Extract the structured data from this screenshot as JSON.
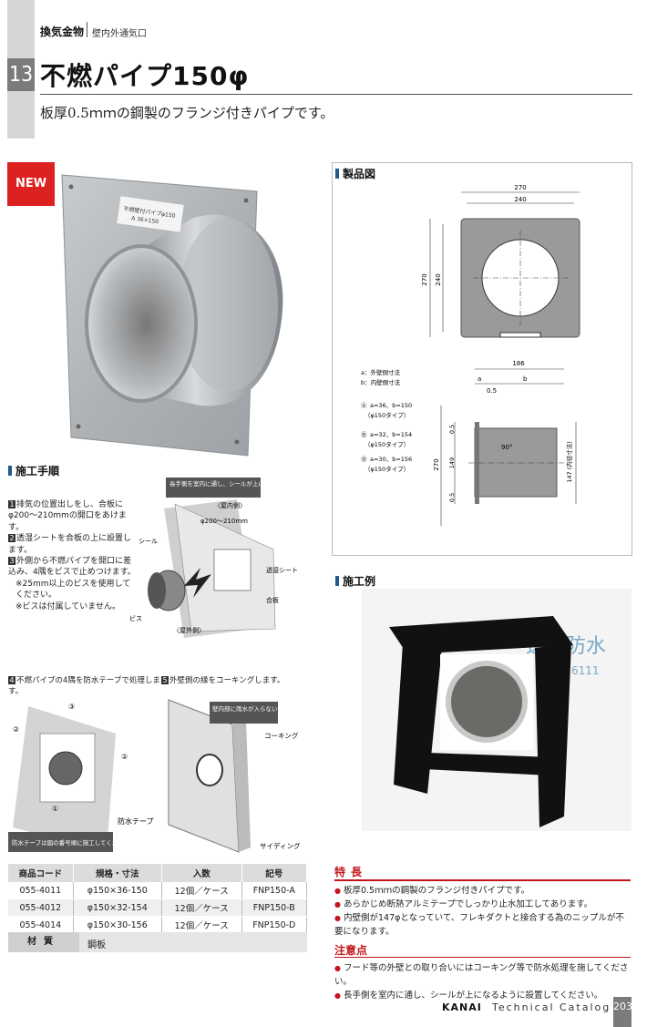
{
  "header": {
    "category": "換気金物",
    "subcategory": "壁内外通気口",
    "number": "13",
    "title": "不燃パイプ150φ",
    "subtitle": "板厚0.5ｍｍの鋼製のフランジ付きパイプです。"
  },
  "product_photo": {
    "badge": "NEW",
    "label_line1": "不燃壁付パイプφ150",
    "label_line2": "A 36×150"
  },
  "drawing": {
    "heading": "製品図",
    "front": {
      "dim_w_outer": "270",
      "dim_w_inner": "240",
      "dim_h_outer": "270",
      "dim_h_inner": "240"
    },
    "legend_a": "a：外壁側寸法",
    "legend_b": "b：内壁側寸法",
    "side": {
      "dim_total": "186",
      "dim_a": "a",
      "dim_b": "b",
      "dim_flange": "0.5",
      "dim_h_total": "270",
      "dim_top": "0.5",
      "dim_mid": "149",
      "dim_bot": "0.5",
      "angle": "90°",
      "inner_dim": "147 (内径寸法)"
    },
    "variants": [
      {
        "id": "Ⓐ",
        "line1": "a=36、b=150",
        "line2": "（φ150タイプ）"
      },
      {
        "id": "Ⓑ",
        "line1": "a=32、b=154",
        "line2": "（φ150タイプ）"
      },
      {
        "id": "Ⓓ",
        "line1": "a=30、b=156",
        "line2": "（φ150タイプ）"
      }
    ]
  },
  "procedure": {
    "heading": "施工手順",
    "steps": [
      {
        "num": "1",
        "text": "排気の位置出しをし、合板にφ200～210mmの開口をあけます。"
      },
      {
        "num": "2",
        "text": "透湿シートを合板の上に設置します。"
      },
      {
        "num": "3",
        "text": "外側から不燃パイプを開口に差込み、4隅をビスで止めつけます。"
      }
    ],
    "notes": [
      "※25mm以上のビスを使用してください。",
      "※ビスは付属していません。"
    ],
    "fig1": {
      "callout": "長手側を室内に通し、シールが上になるように設置します",
      "indoor": "〈屋内側〉",
      "outdoor": "〈屋外側〉",
      "hole": "φ200～210mm",
      "seal": "シール",
      "sheet": "透湿シート",
      "board": "合板",
      "screw": "ビス"
    },
    "step4": {
      "num": "4",
      "text": "不燃パイプの4隅を防水テープで処理します。",
      "tape": "防水テープ",
      "note": "防水テープは図の番号順に施工してください",
      "n1": "①",
      "n2": "②",
      "n3": "③"
    },
    "step5": {
      "num": "5",
      "text": "外壁側の縁をコーキングします。",
      "callout": "壁内部に雨水が入らないようにしっかりコーキングしてください",
      "caulk": "コーキング",
      "siding": "サイディング"
    }
  },
  "example": {
    "heading": "施工例",
    "sheet_text": "透湿防水",
    "sheet_num": "6111"
  },
  "table": {
    "headers": [
      "商品コード",
      "規格・寸法",
      "入数",
      "記号"
    ],
    "rows": [
      [
        "055-4011",
        "φ150×36-150",
        "12個／ケース",
        "FNP150-A"
      ],
      [
        "055-4012",
        "φ150×32-154",
        "12個／ケース",
        "FNP150-B"
      ],
      [
        "055-4014",
        "φ150×30-156",
        "12個／ケース",
        "FNP150-D"
      ]
    ]
  },
  "material": {
    "label": "材質",
    "value": "鋼板"
  },
  "features": {
    "heading": "特長",
    "items": [
      "板厚0.5ｍｍの鋼製のフランジ付きパイプです。",
      "あらかじめ断熱アルミテープでしっかり止水加工してあります。",
      "内壁側が147φとなっていて、フレキダクトと接合する為のニップルが不要になります。"
    ]
  },
  "cautions": {
    "heading": "注意点",
    "items": [
      "フード等の外壁との取り合いにはコーキング等で防水処理を施してください。",
      "長手側を室内に通し、シールが上になるように設置してください。"
    ]
  },
  "footer": {
    "brand": "KANAI",
    "brand_suffix": "Technical Catalog",
    "page": "203"
  }
}
